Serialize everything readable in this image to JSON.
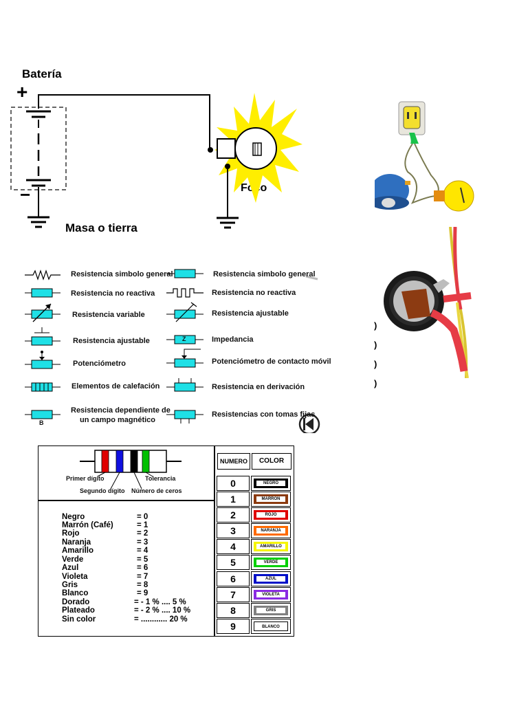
{
  "circuit": {
    "battery_label": "Batería",
    "plus_sign": "+",
    "minus_sign": "−",
    "bulb_label": "Foco",
    "ground_label": "Masa o tierra"
  },
  "symbols": {
    "left": [
      {
        "label": "Resistencia simbolo general"
      },
      {
        "label": "Resistencia no reactiva"
      },
      {
        "label": "Resistencia variable"
      },
      {
        "label": "Resistencia ajustable"
      },
      {
        "label": "Potenciómetro"
      },
      {
        "label": "Elementos de calefación"
      },
      {
        "label": "Resistencia dependiente de\nun campo magnético",
        "line1": "Resistencia dependiente de",
        "line2": "un campo magnético",
        "symbol_text": "B"
      }
    ],
    "right": [
      {
        "label": "Resistencia simbolo general"
      },
      {
        "label": "Resistencia no reactiva"
      },
      {
        "label": "Resistencia ajustable"
      },
      {
        "label": "Impedancia",
        "symbol_text": "Z"
      },
      {
        "label": "Potenciómetro de contacto móvil"
      },
      {
        "label": "Resistencia en derivación"
      },
      {
        "label": "Resistencias con tomas fijas"
      }
    ]
  },
  "resistor_diagram": {
    "first_digit": "Primer dígito",
    "second_digit": "Segundo dígito",
    "zeros": "Número de ceros",
    "tolerance": "Tolerancia",
    "band_colors": [
      "#e00000",
      "#1010e0",
      "#000000",
      "#00c000"
    ]
  },
  "legend": [
    {
      "name": "Negro",
      "value": "=    0"
    },
    {
      "name": "Marrón (Café)",
      "value": "=    1"
    },
    {
      "name": "Rojo",
      "value": "=    2"
    },
    {
      "name": "Naranja",
      "value": "=    3"
    },
    {
      "name": "Amarillo",
      "value": "=    4"
    },
    {
      "name": "Verde",
      "value": "=    5"
    },
    {
      "name": "Azul",
      "value": "=    6"
    },
    {
      "name": "Violeta",
      "value": "=    7"
    },
    {
      "name": "Gris",
      "value": "=    8"
    },
    {
      "name": "Blanco",
      "value": "=    9"
    },
    {
      "name": "Dorado",
      "value": "= - 1 % ....  5 %"
    },
    {
      "name": "Plateado",
      "value": "= - 2 % .... 10 %"
    },
    {
      "name": "Sin color",
      "value": "= ............ 20 %"
    }
  ],
  "color_table": {
    "header_number": "NUMERO",
    "header_color": "COLOR",
    "rows": [
      {
        "number": "0",
        "color": "NEGRO",
        "hex": "#000000"
      },
      {
        "number": "1",
        "color": "MARRON",
        "hex": "#8b3a0f"
      },
      {
        "number": "2",
        "color": "ROJO",
        "hex": "#e00000"
      },
      {
        "number": "3",
        "color": "NARANJA",
        "hex": "#ff6a00"
      },
      {
        "number": "4",
        "color": "AMARILLO",
        "hex": "#f5f500"
      },
      {
        "number": "5",
        "color": "VERDE",
        "hex": "#00d000"
      },
      {
        "number": "6",
        "color": "AZUL",
        "hex": "#0010c8"
      },
      {
        "number": "7",
        "color": "VIOLETA",
        "hex": "#8a2be2"
      },
      {
        "number": "8",
        "color": "GRIS",
        "hex": "#808080"
      },
      {
        "number": "9",
        "color": "BLANCO",
        "hex": "#ffffff"
      }
    ]
  },
  "side_marks": [
    ")",
    ")",
    ")",
    ")"
  ]
}
